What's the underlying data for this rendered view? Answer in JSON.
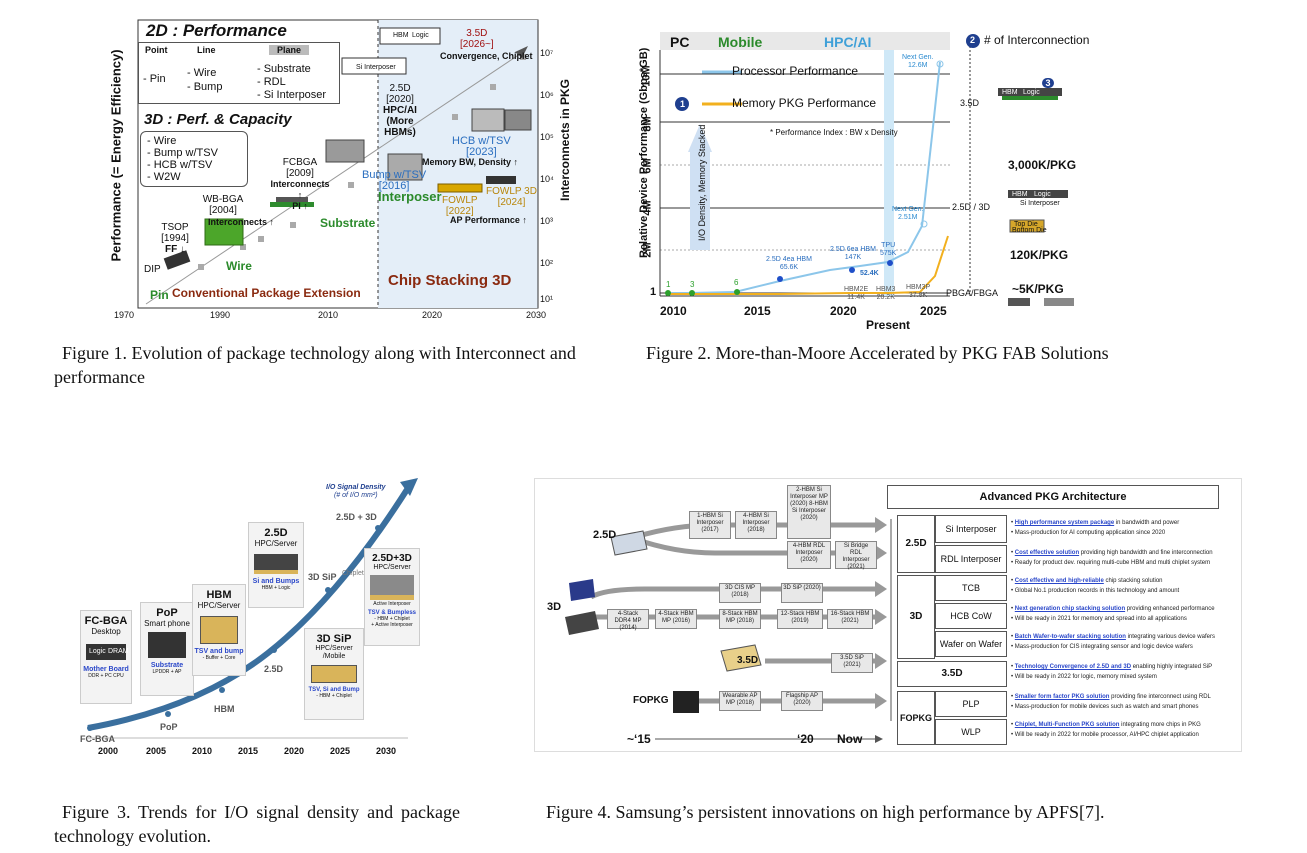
{
  "fig1": {
    "caption": "Figure 1. Evolution of package technology along with Interconnect and performance",
    "y_axis": "Performance (= Energy Efficiency)",
    "y2_axis": "Interconnects in PKG",
    "x_ticks": [
      "1970",
      "1990",
      "2010",
      "2020",
      "2030"
    ],
    "y2_ticks": [
      "10⁷",
      "10⁶",
      "10⁵",
      "10⁴",
      "10³",
      "10²",
      "10¹"
    ],
    "title_2d": "2D : Performance",
    "legend_point": "Point",
    "legend_line": "Line",
    "legend_plane": "Plane",
    "legend_pin": "- Pin",
    "legend_wire": "- Wire",
    "legend_bump": "- Bump",
    "legend_substrate": "- Substrate",
    "legend_rdl": "- RDL",
    "legend_si": "- Si Interposer",
    "title_3d": "3D : Perf. & Capacity",
    "box3d_1": "- Wire",
    "box3d_2": "- Bump w/TSV",
    "box3d_3": "- HCB w/TSV",
    "box3d_4": "- W2W",
    "fcbga": "FCBGA",
    "fcbga_year": "[2009]",
    "fcbga_note": "Interconnects ↑",
    "fcbga_note2": "PI ↑",
    "wbbga": "WB-BGA",
    "wbbga_year": "[2004]",
    "wbbga_note": "Interconnects ↑",
    "tsop": "TSOP",
    "tsop_year": "[1994]",
    "tsop_note": "FF ↓",
    "dip": "DIP",
    "pin": "Pin",
    "wire": "Wire",
    "substrate": "Substrate",
    "conventional": "Conventional Package Extension",
    "chip_stacking": "Chip Stacking 3D",
    "interposer": "Interposer",
    "bump_tsv": "Bump w/TSV",
    "bump_tsv_year": "[2016]",
    "hcb": "HCB w/TSV",
    "hcb_year": "[2023]",
    "mem_bw": "Memory BW, Density ↑",
    "fowlp": "FOWLP",
    "fowlp_year": "[2022]",
    "fowlp3d": "FOWLP 3D",
    "fowlp3d_year": "[2024]",
    "ap_perf": "AP Performance ↑",
    "d25": "2.5D",
    "d25_year": "[2020]",
    "hpc_ai": "HPC/AI",
    "more_hbm": "(More HBMs)",
    "d35": "3.5D",
    "d35_year": "[2026~]",
    "convergence": "Convergence, Chiplet",
    "hbm": "HBM",
    "logic": "Logic",
    "si_interposer": "Si Interposer"
  },
  "fig2": {
    "caption": "Figure 2. More-than-Moore Accelerated by PKG FAB Solutions",
    "cat_pc": "PC",
    "cat_mobile": "Mobile",
    "cat_hpc": "HPC/AI",
    "legend_num": "2",
    "legend_interconnect": "# of Interconnection",
    "y_axis": "Relative Device Performance (Gbps*GB)",
    "legend_proc": "Processor Performance",
    "legend_mem": "Memory PKG Performance",
    "perf_index": "* Performance Index : BW x Density",
    "badge1": "1",
    "vertical_note": "I/O Density, Memory Stacked",
    "y_ticks": [
      "10M",
      "8M",
      "6M",
      "4M",
      "2M",
      "1"
    ],
    "x_ticks": [
      "2010",
      "2015",
      "2020",
      "2025"
    ],
    "present": "Present",
    "label_35d": "3.5D",
    "label_25d3d": "2.5D / 3D",
    "label_pbga": "PBGA/FBGA",
    "next_gen": "Next Gen.",
    "next_gen_val": "12.6M",
    "next_gen2": "Next Gen.",
    "next_gen2_val": "2.51M",
    "p1": "1",
    "p3": "3",
    "p6": "6",
    "pt_a": "2.5D 4ea HBM",
    "pt_a_val": "65.6K",
    "pt_b": "2.5D 6ea HBM",
    "pt_b_val": "147K",
    "pt_c": "TPU",
    "pt_c_val": "575K",
    "pt_d": "52.4K",
    "hbm2e": "HBM2E",
    "hbm2e_val": "11.4K",
    "hbm3": "HBM3",
    "hbm3_val": "20.2K",
    "hbm3p": "HBM3P",
    "hbm3p_val": "37.8K",
    "right_badge": "3",
    "r_3000k": "3,000K/PKG",
    "r_120k": "120K/PKG",
    "r_5k": "~5K/PKG",
    "top_die": "Top Die",
    "bottom_die": "Bottom Die",
    "hbm": "HBM",
    "logic": "Logic",
    "si_interposer": "Si Interposer"
  },
  "fig3": {
    "caption": "Figure 3. Trends for I/O signal density and package technology evolution.",
    "signal_title": "I/O Signal Density",
    "signal_sub": "(# of I/O mm²)",
    "x_ticks": [
      "2000",
      "2005",
      "2010",
      "2015",
      "2020",
      "2025",
      "2030"
    ],
    "curve_labels": [
      "FC-BGA",
      "PoP",
      "HBM",
      "2.5D",
      "3D SiP",
      "Chiplet",
      "2.5D + 3D"
    ],
    "card_fcbga_title": "FC-BGA",
    "card_fcbga_sub": "Desktop",
    "card_fcbga_foot": "Mother Board",
    "card_fcbga_foot2": "DDR + PC CPU",
    "card_pop_title": "PoP",
    "card_pop_sub": "Smart phone",
    "card_pop_foot": "Substrate",
    "card_pop_foot2": "LPDDR + AP",
    "card_hbm_title": "HBM",
    "card_hbm_sub": "HPC/Server",
    "card_hbm_foot": "TSV and bump",
    "card_hbm_foot2": "- Buffer + Core",
    "card_25d_title": "2.5D",
    "card_25d_sub": "HPC/Server",
    "card_25d_foot": "Si and Bumps",
    "card_25d_foot2": "HBM + Logic",
    "card_3dsip_title": "3D SiP",
    "card_3dsip_sub": "HPC/Server",
    "card_3dsip_sub2": "/Mobile",
    "card_3dsip_foot": "TSV, Si and Bump",
    "card_3dsip_foot2": "- HBM + Chiplet",
    "card_253d_title": "2.5D+3D",
    "card_253d_sub": "HPC/Server",
    "card_253d_foot": "TSV & Bumpless",
    "card_253d_foot2": "- HBM + Chiplet",
    "card_253d_foot3": "+ Active Interposer",
    "logic": "Logic",
    "dram": "DRAM",
    "active_interposer": "Active Interposer"
  },
  "fig4": {
    "caption": "Figure 4. Samsung’s persistent innovations on high performance by APFS[7].",
    "header": "Advanced PKG Architecture",
    "row_25d": "2.5D",
    "row_3d": "3D",
    "row_35d": "3.5D",
    "row_fopkg": "FOPKG",
    "x_15": "~‘15",
    "x_20": "‘20",
    "x_now": "Now",
    "t25_1": "1-HBM Si Interposer (2017)",
    "t25_2": "4-HBM Si Interposer (2018)",
    "t25_3": "2-HBM Si Interposer MP (2020) 8-HBM Si Interposer (2020)",
    "t25_4": "4-HBM RDL Interposer (2020)",
    "t25_5": "Si Bridge RDL Interposer (2021)",
    "t3d_1": "3D CIS MP (2018)",
    "t3d_2": "3D SiP (2020)",
    "t3d_3": "4-Stack DDR4 MP (2014)",
    "t3d_4": "4-Stack HBM MP (2016)",
    "t3d_5": "8-Stack HBM MP (2018)",
    "t3d_6": "12-Stack HBM (2019)",
    "t3d_7": "16-Stack HBM (2021)",
    "t35_1": "3.5D SiP (2021)",
    "tfo_1": "Wearable AP MP (2018)",
    "tfo_2": "Flagship AP (2020)",
    "a_si": "Si Interposer",
    "a_rdl": "RDL Interposer",
    "a_tcb": "TCB",
    "a_hcb": "HCB CoW",
    "a_wow": "Wafer on Wafer",
    "a_35d": "3.5D",
    "a_plp": "PLP",
    "a_wlp": "WLP",
    "d_si_b": "High performance system package",
    "d_si_r": " in bandwidth and power",
    "d_si_2": "• Mass-production for AI computing application since 2020",
    "d_rdl_b": "Cost effective solution",
    "d_rdl_r": " providing high bandwidth and fine interconnection",
    "d_rdl_2": "• Ready for product dev. requiring multi-cube HBM and multi chiplet system",
    "d_tcb_b": "Cost effective and high-reliable",
    "d_tcb_r": " chip stacking solution",
    "d_tcb_2": "• Global No.1 production records in this technology and amount",
    "d_hcb_b": "Next generation chip stacking solution",
    "d_hcb_r": " providing enhanced performance",
    "d_hcb_2": "• Will be ready in 2021 for memory and spread into all applications",
    "d_wow_b": "Batch Wafer-to-wafer stacking solution",
    "d_wow_r": " integrating various device wafers",
    "d_wow_2": "• Mass-production for CIS integrating sensor and logic device wafers",
    "d_35_b": "Technology Convergence of 2.5D and 3D",
    "d_35_r": " enabling highly integrated SiP",
    "d_35_2": "• Will be ready in 2022 for logic, memory mixed system",
    "d_plp_b": "Smaller form factor PKG solution",
    "d_plp_r": " providing fine interconnect using RDL",
    "d_plp_2": "• Mass-production for mobile devices such as watch and smart phones",
    "d_wlp_b": "Chiplet, Multi-Function PKG solution",
    "d_wlp_r": " integrating more chips in PKG",
    "d_wlp_2": "• Will be ready in 2022 for mobile processor, AI/HPC chiplet application"
  }
}
